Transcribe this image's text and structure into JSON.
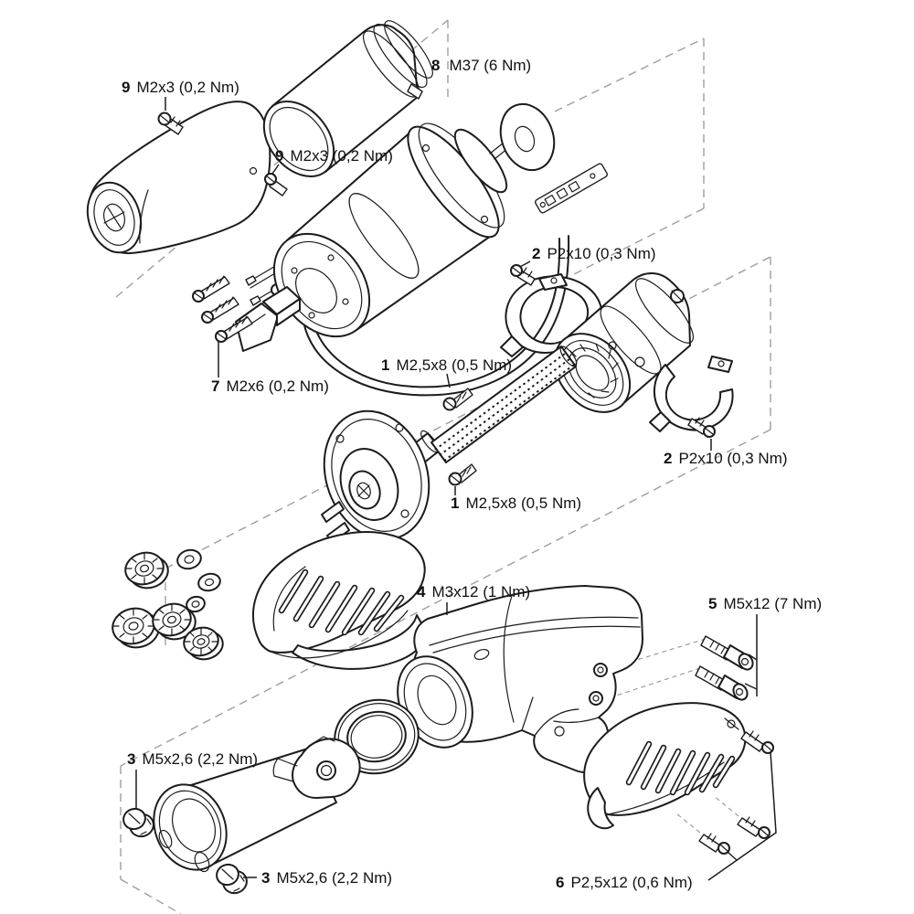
{
  "figure": {
    "type": "exploded-view-diagram",
    "background": "#ffffff",
    "line_color": "#1c1c1c",
    "dash_color": "#9e9e9e"
  },
  "callouts": [
    {
      "id": "9a",
      "number": "9",
      "spec": "M2x3 (0,2 Nm)"
    },
    {
      "id": "8",
      "number": "8",
      "spec": "M37 (6 Nm)"
    },
    {
      "id": "9b",
      "number": "9",
      "spec": "M2x3 (0,2 Nm)"
    },
    {
      "id": "2a",
      "number": "2",
      "spec": "P2x10 (0,3 Nm)"
    },
    {
      "id": "7",
      "number": "7",
      "spec": "M2x6 (0,2 Nm)"
    },
    {
      "id": "1a",
      "number": "1",
      "spec": "M2,5x8 (0,5 Nm)"
    },
    {
      "id": "2b",
      "number": "2",
      "spec": "P2x10 (0,3 Nm)"
    },
    {
      "id": "1b",
      "number": "1",
      "spec": "M2,5x8 (0,5 Nm)"
    },
    {
      "id": "4",
      "number": "4",
      "spec": "M3x12 (1 Nm)"
    },
    {
      "id": "5",
      "number": "5",
      "spec": "M5x12 (7 Nm)"
    },
    {
      "id": "3a",
      "number": "3",
      "spec": "M5x2,6 (2,2 Nm)"
    },
    {
      "id": "3b",
      "number": "3",
      "spec": "M5x2,6 (2,2 Nm)"
    },
    {
      "id": "6",
      "number": "6",
      "spec": "P2,5x12 (0,6 Nm)"
    }
  ],
  "parts": [
    "rear-end-cap",
    "motor-sleeve",
    "motor-assembly",
    "washer-disc",
    "circuit-board",
    "terminal-block",
    "cable-clamp-upper",
    "gear-housing",
    "cable-clamp-lower",
    "spindle-threaded-shaft",
    "planet-gears",
    "housing-shell-front",
    "housing-body",
    "clamp-ring",
    "output-spindle",
    "housing-shell-rear",
    "socket-screws",
    "fastening-screws"
  ]
}
